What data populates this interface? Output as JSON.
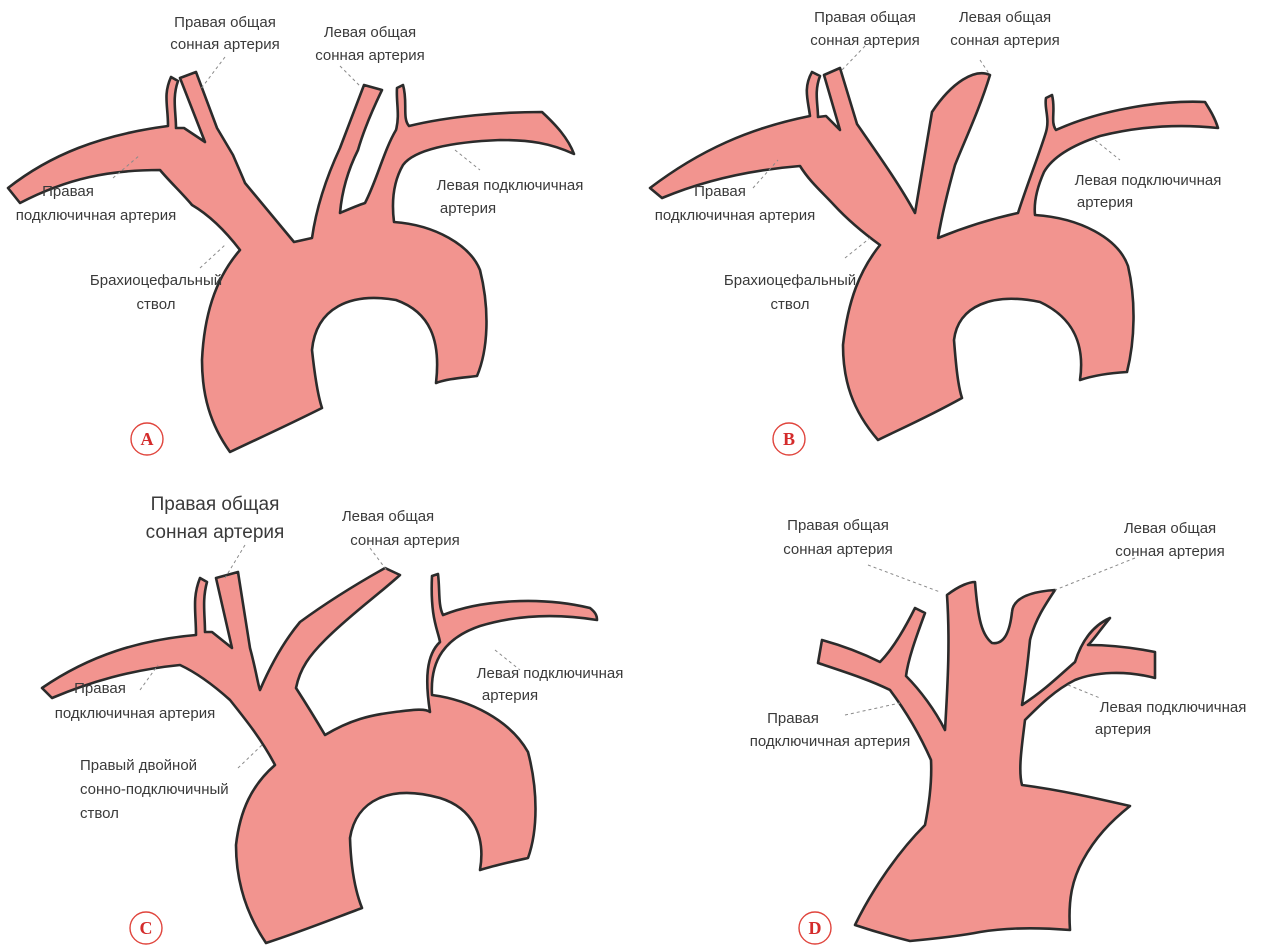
{
  "colors": {
    "vessel": "#f2948f",
    "outline": "#2b2b2b",
    "badge": "#d42b2b",
    "text": "#3a3a3a"
  },
  "panels": {
    "a": {
      "badge": "A",
      "labels": {
        "rcca_1": "Правая общая",
        "rcca_2": "сонная артерия",
        "lcca_1": "Левая общая",
        "lcca_2": "сонная артерия",
        "rsa_1": "Правая",
        "rsa_2": "подключичная артерия",
        "lsa_1": "Левая подключичная",
        "lsa_2": "артерия",
        "trunk_1": "Брахиоцефальный",
        "trunk_2": "ствол"
      }
    },
    "b": {
      "badge": "B",
      "labels": {
        "rcca_1": "Правая общая",
        "rcca_2": "сонная артерия",
        "lcca_1": "Левая общая",
        "lcca_2": "сонная артерия",
        "rsa_1": "Правая",
        "rsa_2": "подключичная артерия",
        "lsa_1": "Левая подключичная",
        "lsa_2": "артерия",
        "trunk_1": "Брахиоцефальный",
        "trunk_2": "ствол"
      }
    },
    "c": {
      "badge": "C",
      "labels": {
        "rcca_1": "Правая общая",
        "rcca_2": "сонная артерия",
        "lcca_1": "Левая общая",
        "lcca_2": "сонная артерия",
        "rsa_1": "Правая",
        "rsa_2": "подключичная артерия",
        "lsa_1": "Левая подключичная",
        "lsa_2": "артерия",
        "trunk_1": "Правый двойной",
        "trunk_2": "сонно-подключичный",
        "trunk_3": "ствол"
      }
    },
    "d": {
      "badge": "D",
      "labels": {
        "rcca_1": "Правая общая",
        "rcca_2": "сонная артерия",
        "lcca_1": "Левая общая",
        "lcca_2": "сонная артерия",
        "rsa_1": "Правая",
        "rsa_2": "подключичная артерия",
        "lsa_1": "Левая подключичная",
        "lsa_2": "артерия"
      }
    }
  }
}
